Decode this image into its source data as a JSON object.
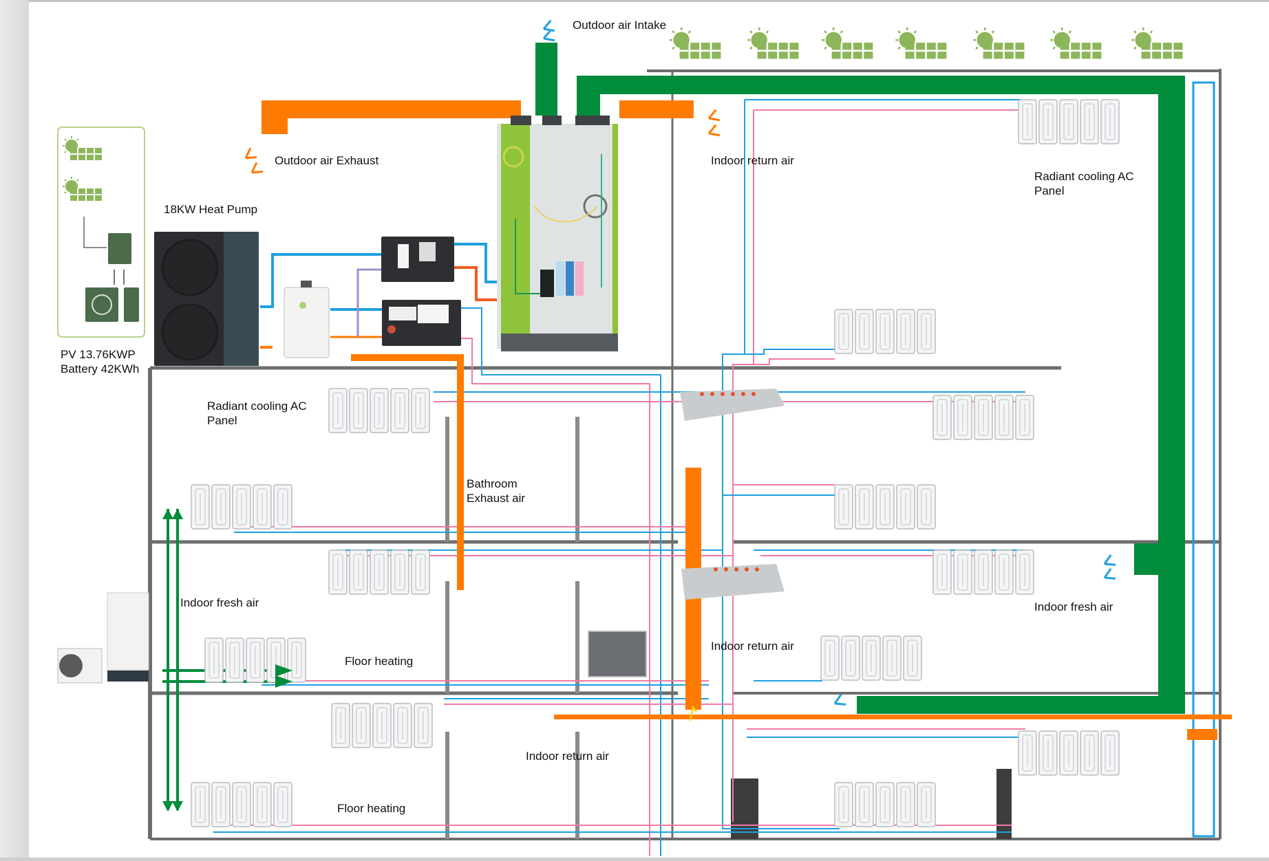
{
  "diagram": {
    "title": "Solar-powered heat pump radiant heating/cooling and fresh air ventilation system",
    "colors": {
      "fresh_air_duct": "#008c3a",
      "exhaust_duct": "#ff7a00",
      "supply_pipe": "#1ea0e0",
      "return_pipe": "#f07aa8",
      "wall": "#6e6e6e",
      "solar": "#8db65a"
    },
    "labels": {
      "outdoor_air_intake": "Outdoor air Intake",
      "outdoor_air_exhaust": "Outdoor air Exhaust",
      "indoor_return_air_top": "Indoor return air",
      "radiant_panel_top": "Radiant cooling AC\nPanel",
      "heat_pump": "18KW Heat Pump",
      "pv_battery": "PV 13.76KWP\nBattery 42KWh",
      "radiant_panel_left": "Radiant cooling AC\nPanel",
      "bathroom_exhaust": "Bathroom\nExhaust air",
      "indoor_fresh_air_left": "Indoor fresh air",
      "floor_heating_mid": "Floor heating",
      "indoor_return_air_mid": "Indoor return air",
      "indoor_fresh_air_right": "Indoor fresh air",
      "indoor_return_air_bottom": "Indoor return air",
      "floor_heating_bottom": "Floor heating"
    },
    "components": [
      {
        "id": "pv-panels-roof",
        "icon": "solar-panel-icon",
        "count": 7
      },
      {
        "id": "pv-system-box",
        "icon": "solar-inverter-battery-icon"
      },
      {
        "id": "heat-pump",
        "icon": "heat-pump-outdoor-unit-icon"
      },
      {
        "id": "buffer-tank",
        "icon": "water-tank-icon"
      },
      {
        "id": "hydraulic-module-1",
        "icon": "pump-station-icon"
      },
      {
        "id": "hydraulic-module-2",
        "icon": "pump-station-icon"
      },
      {
        "id": "erv-unit",
        "icon": "energy-recovery-ventilator-icon"
      },
      {
        "id": "manifold-floor3",
        "icon": "manifold-icon"
      },
      {
        "id": "manifold-floor2",
        "icon": "manifold-icon"
      },
      {
        "id": "control-box",
        "icon": "control-box-icon"
      },
      {
        "id": "side-erv-unit",
        "icon": "ventilation-unit-icon"
      }
    ]
  }
}
